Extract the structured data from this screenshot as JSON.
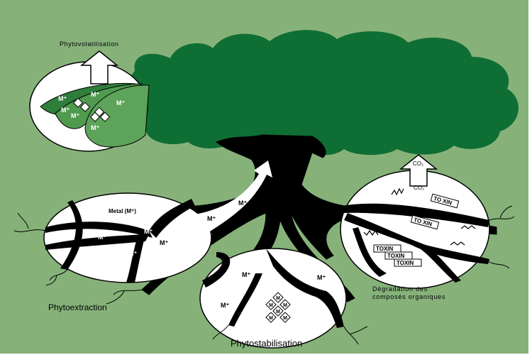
{
  "colors": {
    "background": "#86b27a",
    "canopy": "#0f6e34",
    "leaf_light": "#4f9a4f",
    "leaf_dark": "#2f7e3c",
    "root": "#000000",
    "circle": "#ffffff"
  },
  "labels": {
    "phytovolatilisation": "Phytovolatilisation",
    "phytoextraction": "Phytoextraction",
    "phytostabilisation": "Phytostabilisation",
    "degradation_line1": "Dégradation des",
    "degradation_line2": "composés organiques",
    "metal": "Metal (M⁺)",
    "m_plus": "M⁺",
    "m": "M",
    "toxin": "TOXIN",
    "toxin_partial": "TO XIN",
    "co2": "CO₂"
  }
}
